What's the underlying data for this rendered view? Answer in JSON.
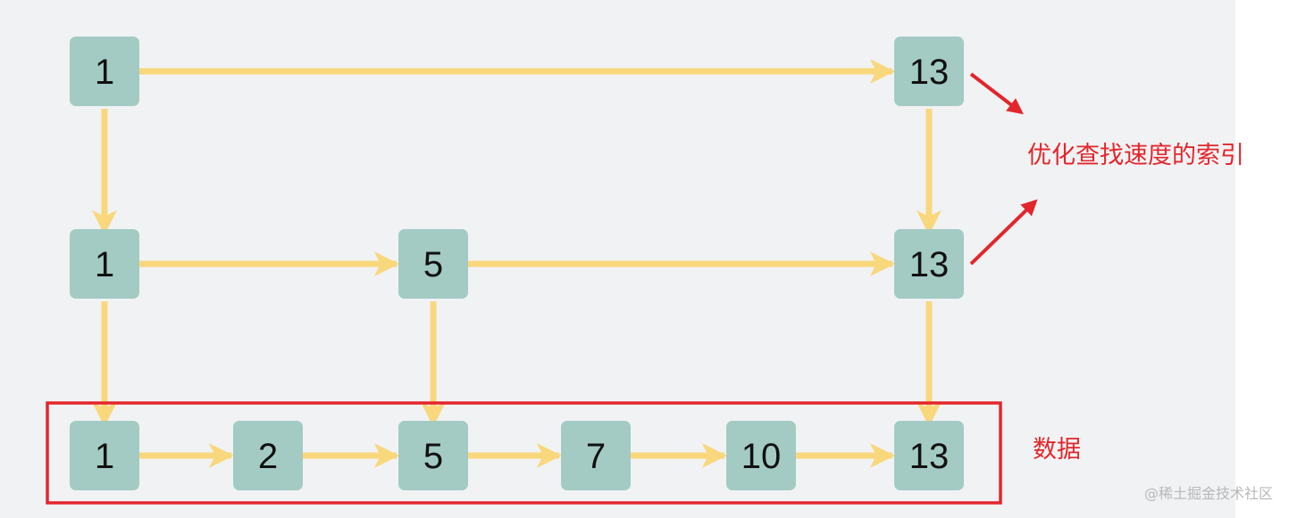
{
  "diagram": {
    "levels": [
      {
        "nodes": [
          "1",
          "13"
        ]
      },
      {
        "nodes": [
          "1",
          "5",
          "13"
        ]
      },
      {
        "nodes": [
          "1",
          "2",
          "5",
          "7",
          "10",
          "13"
        ]
      }
    ],
    "index_label": "优化查找速度的索引",
    "data_label": "数据",
    "watermark": "@稀土掘金技术社区",
    "colors": {
      "background": "#f1f2f4",
      "node": "#a3cbc3",
      "arrow": "#f9d77c",
      "annotation": "#e3262b"
    }
  }
}
